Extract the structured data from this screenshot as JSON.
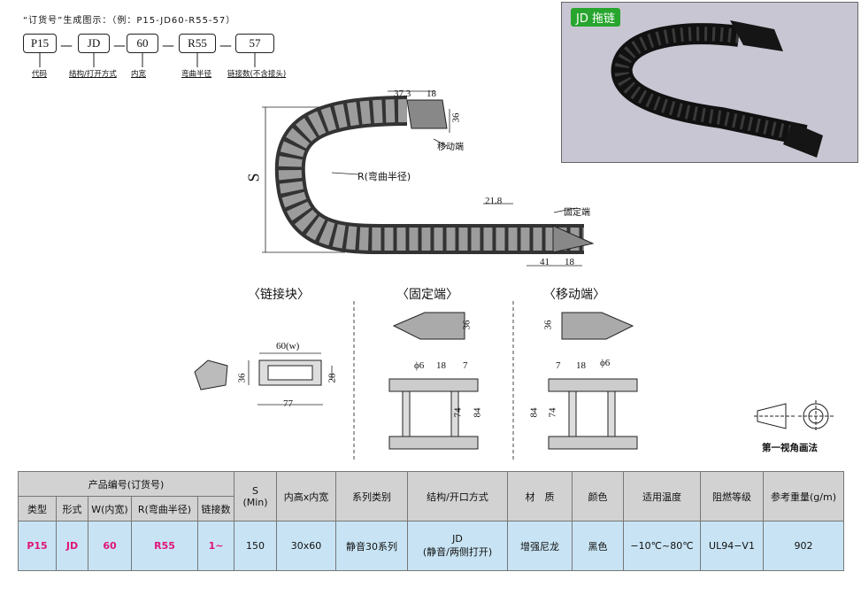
{
  "order": {
    "title": "“订货号”生成图示：（例：P15-JD60-R55-57）",
    "codes": [
      "P15",
      "JD",
      "60",
      "R55",
      "57"
    ],
    "dash": "—",
    "labels": [
      "代码",
      "结构/打开方式",
      "内宽",
      "弯曲半径",
      "链接数(不含接头)"
    ]
  },
  "photo": {
    "badge": "JD 拖链"
  },
  "drawing": {
    "dim_37_3": "37.3",
    "dim_18_top": "18",
    "dim_36_top": "36",
    "moving_end": "移动端",
    "s_label": "S",
    "radius_label": "R(弯曲半径)",
    "dim_21_8": "21.8",
    "fixed_end": "固定端",
    "dim_41": "41",
    "dim_18_bottom": "18"
  },
  "sections": {
    "link": {
      "title": "〈链接块〉",
      "w": "60(w)",
      "h36": "36",
      "h28": "28",
      "w77": "77"
    },
    "fixed": {
      "title": "〈固定端〉",
      "h36": "36",
      "phi6": "ϕ6",
      "d18": "18",
      "d7": "7",
      "h74": "74",
      "h84": "84"
    },
    "moving": {
      "title": "〈移动端〉",
      "h36": "36",
      "d7": "7",
      "d18": "18",
      "phi6": "ϕ6",
      "h84": "84",
      "h74": "74"
    }
  },
  "projection": "第一视角画法",
  "table": {
    "group_header": "产品编号(订货号)",
    "sub_headers": [
      "类型",
      "形式",
      "W(内宽)",
      "R(弯曲半径)",
      "链接数"
    ],
    "s_header": "S\n(Min)",
    "headers": [
      "内高x内宽",
      "系列类别",
      "结构/开口方式",
      "材　质",
      "颜色",
      "适用温度",
      "阻燃等级",
      "参考重量(g/m)"
    ],
    "row": {
      "type": "P15",
      "form": "JD",
      "w": "60",
      "r": "R55",
      "links": "1~",
      "s": "150",
      "size": "30x60",
      "series": "静音30系列",
      "structure_1": "JD",
      "structure_2": "(静音/两侧打开)",
      "material": "增强尼龙",
      "color": "黑色",
      "temp": "−10℃~80℃",
      "flame": "UL94−V1",
      "weight": "902"
    }
  }
}
